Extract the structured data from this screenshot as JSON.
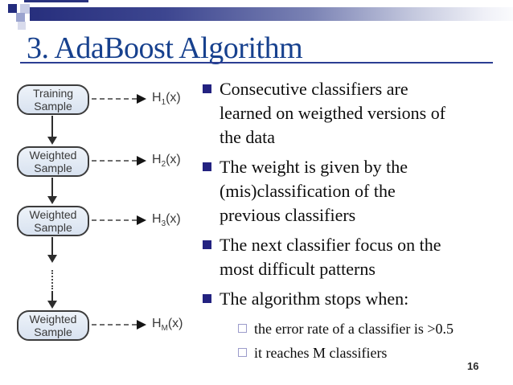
{
  "slide": {
    "title": "3. AdaBoost Algorithm",
    "page_number": "16"
  },
  "colors": {
    "title_blue": "#17418e",
    "rule_blue": "#2c3e93",
    "deco_bar_start": "#272f7d",
    "deco_bar_end": "#fafbfd",
    "bullet_square": "#232280",
    "sub_bullet_border": "#9c9ccb",
    "node_fill": "#dde6f3",
    "node_border": "#3c3c3c",
    "body_text": "#0d0d0d",
    "diagram_text": "#3a3a3a"
  },
  "diagram": {
    "nodes": [
      {
        "label": "Training\nSample",
        "output": {
          "base": "H",
          "sub": "1",
          "suffix": "(x)"
        }
      },
      {
        "label": "Weighted\nSample",
        "output": {
          "base": "H",
          "sub": "2",
          "suffix": "(x)"
        }
      },
      {
        "label": "Weighted\nSample",
        "output": {
          "base": "H",
          "sub": "3",
          "suffix": "(x)"
        }
      },
      {
        "label": "Weighted\nSample",
        "output": {
          "base": "H",
          "sub": "M",
          "suffix": "(x)"
        }
      }
    ]
  },
  "bullets": {
    "items": [
      {
        "text": "Consecutive classifiers are\nlearned on weigthed versions of\nthe data"
      },
      {
        "text": "The weight is given by the\n(mis)classification of the\nprevious classifiers"
      },
      {
        "text": "The next classifier focus on the\nmost difficult patterns"
      },
      {
        "text": "The algorithm stops when:"
      }
    ],
    "sub_items": [
      {
        "text": "the error rate of a classifier is >0.5"
      },
      {
        "text": "it reaches M classifiers"
      }
    ]
  }
}
